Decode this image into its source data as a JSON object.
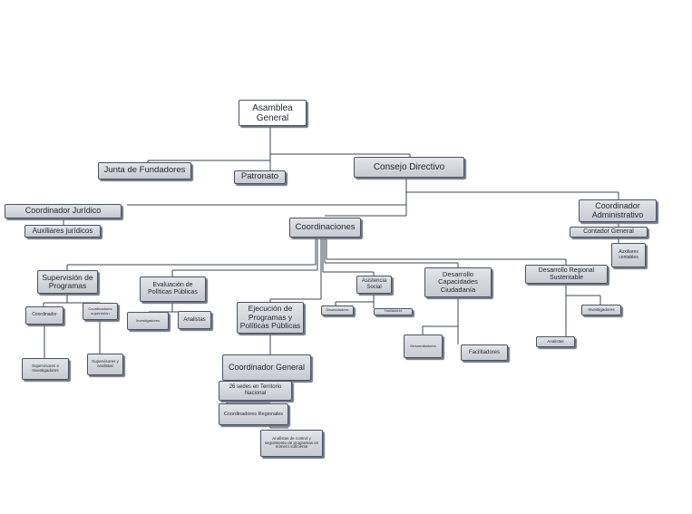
{
  "chart": {
    "asamblea": "Asamblea General",
    "junta": "Junta de Fundadores",
    "patronato": "Patronato",
    "consejo": "Consejo Directivo",
    "coord_juridico": "Coordinador Jurídico",
    "auxiliares_juridicos": "Auxiliares jurídicos",
    "coordinaciones": "Coordinaciones",
    "coord_administrativo": "Coordinador Administrativo",
    "contador_general": "Contador General",
    "auxiliares_contables": "Auxiliares contables",
    "supervision": "Supervisión de Programas",
    "coordinador": "Coordinador",
    "coordinadores_supervision": "Coordinadores supervisión",
    "supervisores_investigadores": "Supervisores e Investigadores",
    "supervisores_analistas": "Supervisores y analistas",
    "evaluacion": "Evaluación de Políticas Públicas",
    "investigadores_ev": "Investigadores",
    "analistas_ev": "Analistas",
    "ejecucion": "Ejecución de Programas y Políticas Públicas",
    "coordinador_general": "Coordinador General",
    "sedes": "26 sedes en Territorio Nacional",
    "coordinadores_regionales": "Coordinadores Regionales",
    "analistas_control": "Analistas de control y seguimiento de programas en número suficiente",
    "asistencia": "Asistencia Social",
    "desarrolladores_as": "Desarrolladores",
    "facilitadores_as": "Facilitadores",
    "desarrollo_capacidades": "Desarrollo Capacidades Ciudadanía",
    "desarrolladores_dc": "Desarrolladores",
    "facilitadores_dc": "Facilitadores",
    "desarrollo_regional": "Desarrollo Regional Sustentable",
    "investigadores_dr": "Investigadores",
    "analistas_dr": "Analistas"
  }
}
